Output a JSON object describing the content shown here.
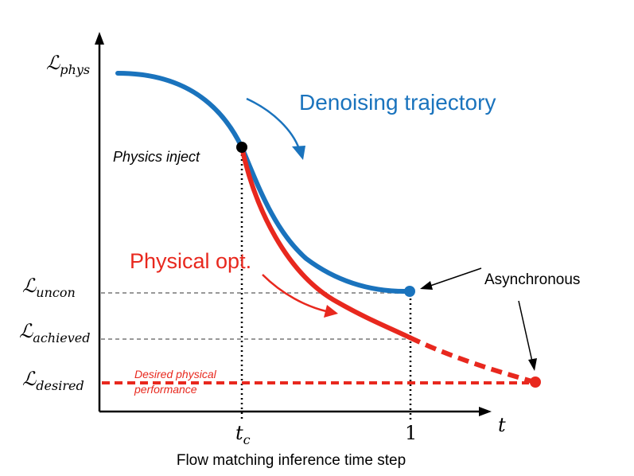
{
  "y_axis": {
    "L_phys": {
      "symbol": "ℒ",
      "sub": "phys"
    },
    "L_uncon": {
      "symbol": "ℒ",
      "sub": "uncon"
    },
    "L_achieved": {
      "symbol": "ℒ",
      "sub": "achieved"
    },
    "L_desired": {
      "symbol": "ℒ",
      "sub": "desired"
    }
  },
  "x_axis": {
    "t_label": "t",
    "tc_main": "t",
    "tc_sub": "c",
    "one_label": "1",
    "caption": "Flow matching inference time step"
  },
  "annotations": {
    "denoising": "Denoising trajectory",
    "physics_inject": "Physics inject",
    "physical_opt": "Physical opt.",
    "asynchronous": "Asynchronous",
    "desired_line1": "Desired physical",
    "desired_line2": "performance"
  },
  "colors": {
    "blue": "#1a73bd",
    "red": "#e8281e",
    "axis": "#000000",
    "guide": "#999999",
    "text": "#000000"
  }
}
